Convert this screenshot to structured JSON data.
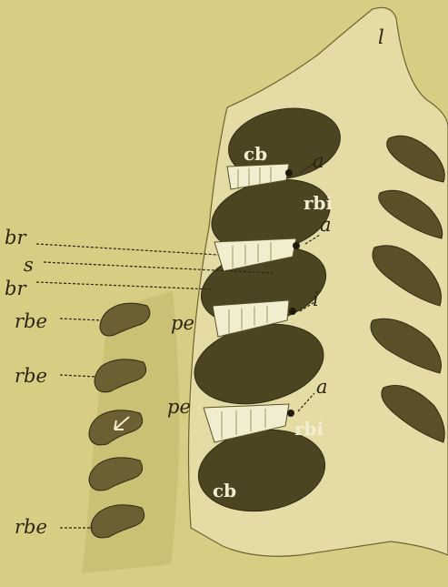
{
  "labels": {
    "l": "l",
    "cb": "cb",
    "a": "a",
    "rbi": "rbi",
    "i": "i",
    "br": "br",
    "s": "s",
    "pe": "pe",
    "rbe": "rbe"
  },
  "colors": {
    "background": "#d7ce83",
    "tissue_light": "#e6dfa9",
    "tissue_shadow": "#b7ac5e",
    "chamber_dark": "#4d4422",
    "filament_light": "#f1edce",
    "ink": "#2a2510"
  }
}
